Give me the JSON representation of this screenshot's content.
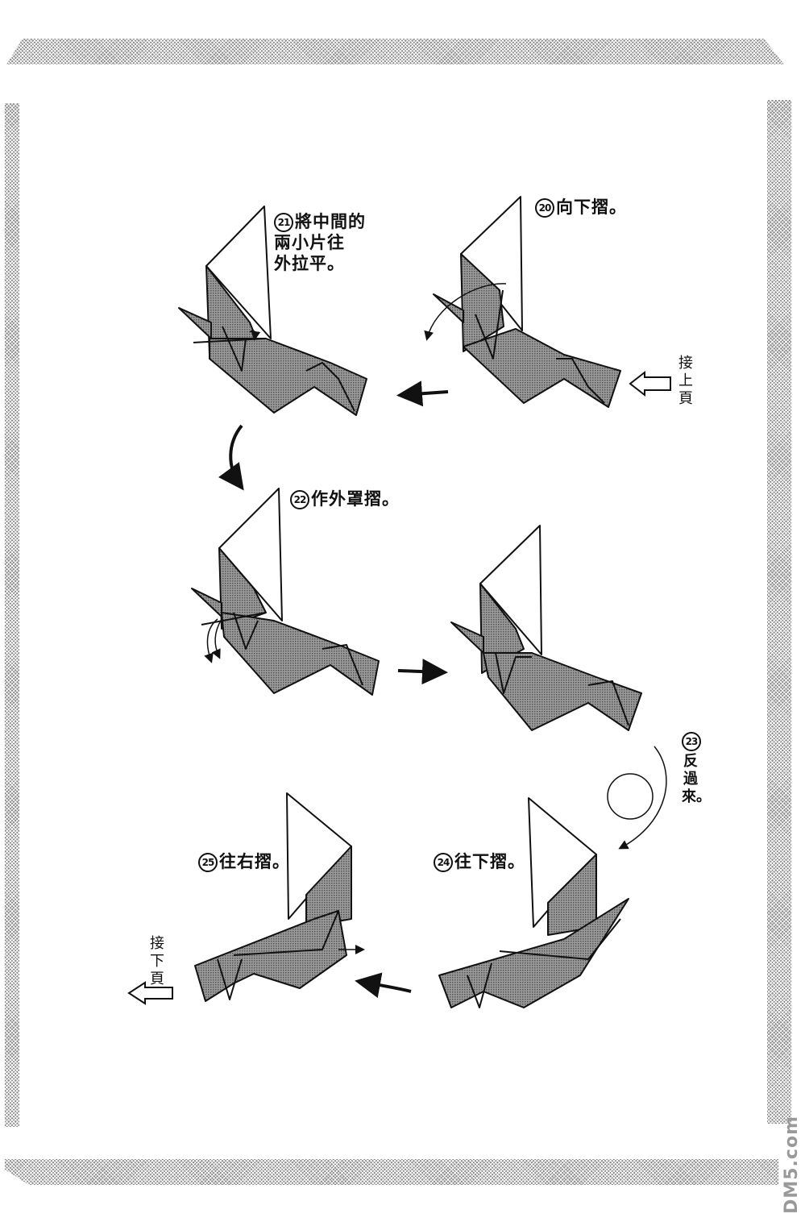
{
  "page": {
    "continued_from_label": "接上頁",
    "continued_to_label": "接下頁",
    "watermark": "DM5.com"
  },
  "steps": [
    {
      "number": "20",
      "text": "向下摺。"
    },
    {
      "number": "21",
      "text": "將中間的\n兩小片往\n外拉平。"
    },
    {
      "number": "22",
      "text": "作外罩摺。"
    },
    {
      "number": "23",
      "text": "反過來。"
    },
    {
      "number": "24",
      "text": "往下摺。"
    },
    {
      "number": "25",
      "text": "往右摺。"
    }
  ],
  "colors": {
    "ink": "#111111",
    "screen": "#8a8a8a",
    "paper": "#ffffff"
  }
}
